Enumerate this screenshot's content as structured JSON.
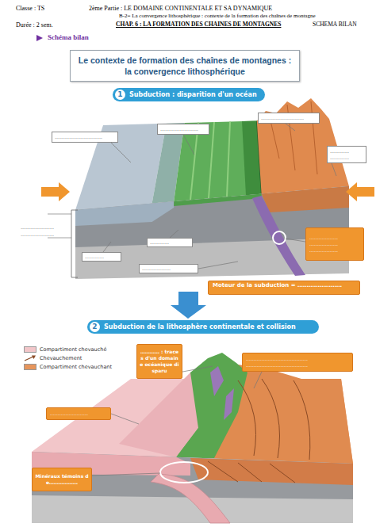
{
  "diagram": {
    "title": "Le contexte de formation des chaînes de montagnes : la convergence lithosphérique",
    "nodes": [
      {
        "text": [
          "Subduction : disparition d'un océan"
        ]
      },
      {
        "text": [
          "1"
        ],
        "in": 0
      },
      {
        "text": [
          "………………………"
        ]
      },
      {
        "text": [
          "……………………"
        ]
      },
      {
        "text": [
          "…………………………"
        ]
      },
      {
        "text": [
          "………… …………"
        ]
      },
      {
        "text": [
          "……………… ……………… ………………"
        ]
      },
      {
        "text": [
          "…………"
        ]
      },
      {
        "text": [
          "…………"
        ]
      },
      {
        "text": [
          "………………"
        ]
      },
      {
        "text": [
          "Moteur de la subduction = ……………………"
        ]
      },
      {
        "text": [
          "Subduction de la lithosphère continentale et collision"
        ]
      },
      {
        "text": [
          "2"
        ],
        "in": 11
      },
      {
        "text": [
          "………… : traces d'un domaine océanique disparu"
        ]
      },
      {
        "text": [
          "………………………………… …………………………………"
        ]
      },
      {
        "text": [
          "……………………"
        ]
      },
      {
        "text": [
          "Minéraux témoins de………………"
        ]
      }
    ],
    "labels": [
      "Classe : TS",
      "2ème Partie : LE DOMAINE CONTINENTALE ET SA DYNAMIQUE",
      "B-2= La convergence lithosphérique : contexte de la formation des chaînes de montagne",
      "Durée : 2 sem.",
      "CHAP. 6 : LA FORMATION DES CHAINES DE MONTAGNES",
      "SCHEMA BILAN",
      "Schéma bilan",
      "…………………",
      "…………………"
    ],
    "legend": [
      {
        "text": "Compartiment chevauché",
        "color": "#f2c6c9"
      },
      {
        "text": "Chevauchement"
      },
      {
        "text": "Compartiment chevauchant",
        "color": "#e6955c"
      }
    ]
  }
}
